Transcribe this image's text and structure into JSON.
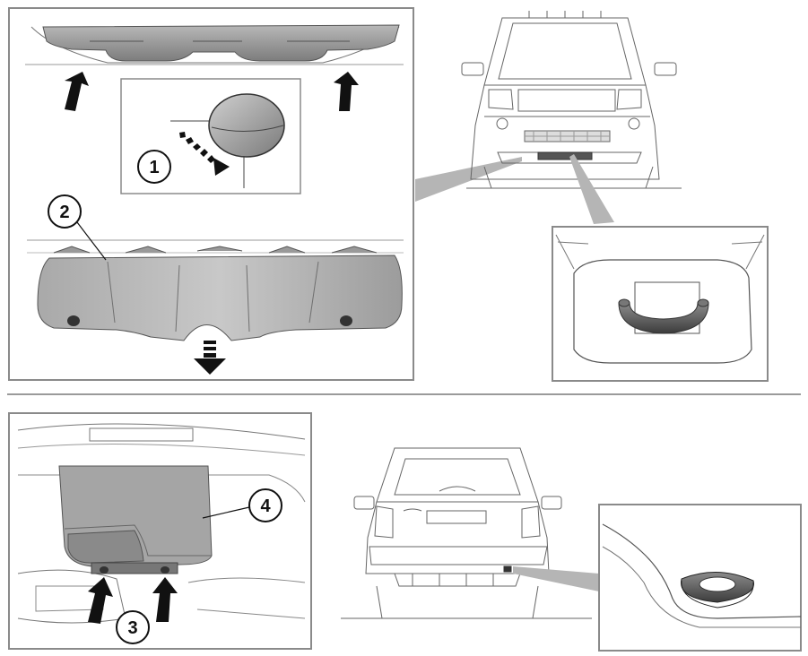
{
  "callouts": {
    "c1": "1",
    "c2": "2",
    "c3": "3",
    "c4": "4"
  },
  "colors": {
    "frame": "#8a8a8a",
    "line": "#6e6e6e",
    "cover_dark": "#8f8f8f",
    "cover_mid": "#a8a8a8",
    "cover_light": "#c4c4c4",
    "arrow": "#111111",
    "callout_beam": "#b5b5b5"
  },
  "icons": [
    "up-arrow-icon",
    "down-arrow-icon",
    "rotate-arrow-icon",
    "towing-eye-icon"
  ]
}
